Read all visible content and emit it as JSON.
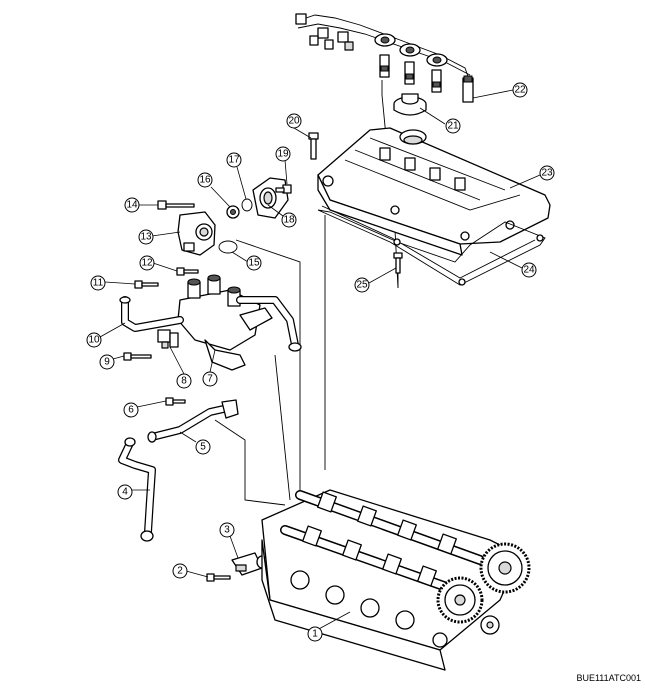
{
  "diagram": {
    "reference_code": "BUE111ATC001",
    "callouts": [
      "1",
      "2",
      "3",
      "4",
      "5",
      "6",
      "7",
      "8",
      "9",
      "10",
      "11",
      "12",
      "13",
      "14",
      "15",
      "16",
      "17",
      "18",
      "19",
      "20",
      "21",
      "22",
      "23",
      "24",
      "25"
    ]
  }
}
